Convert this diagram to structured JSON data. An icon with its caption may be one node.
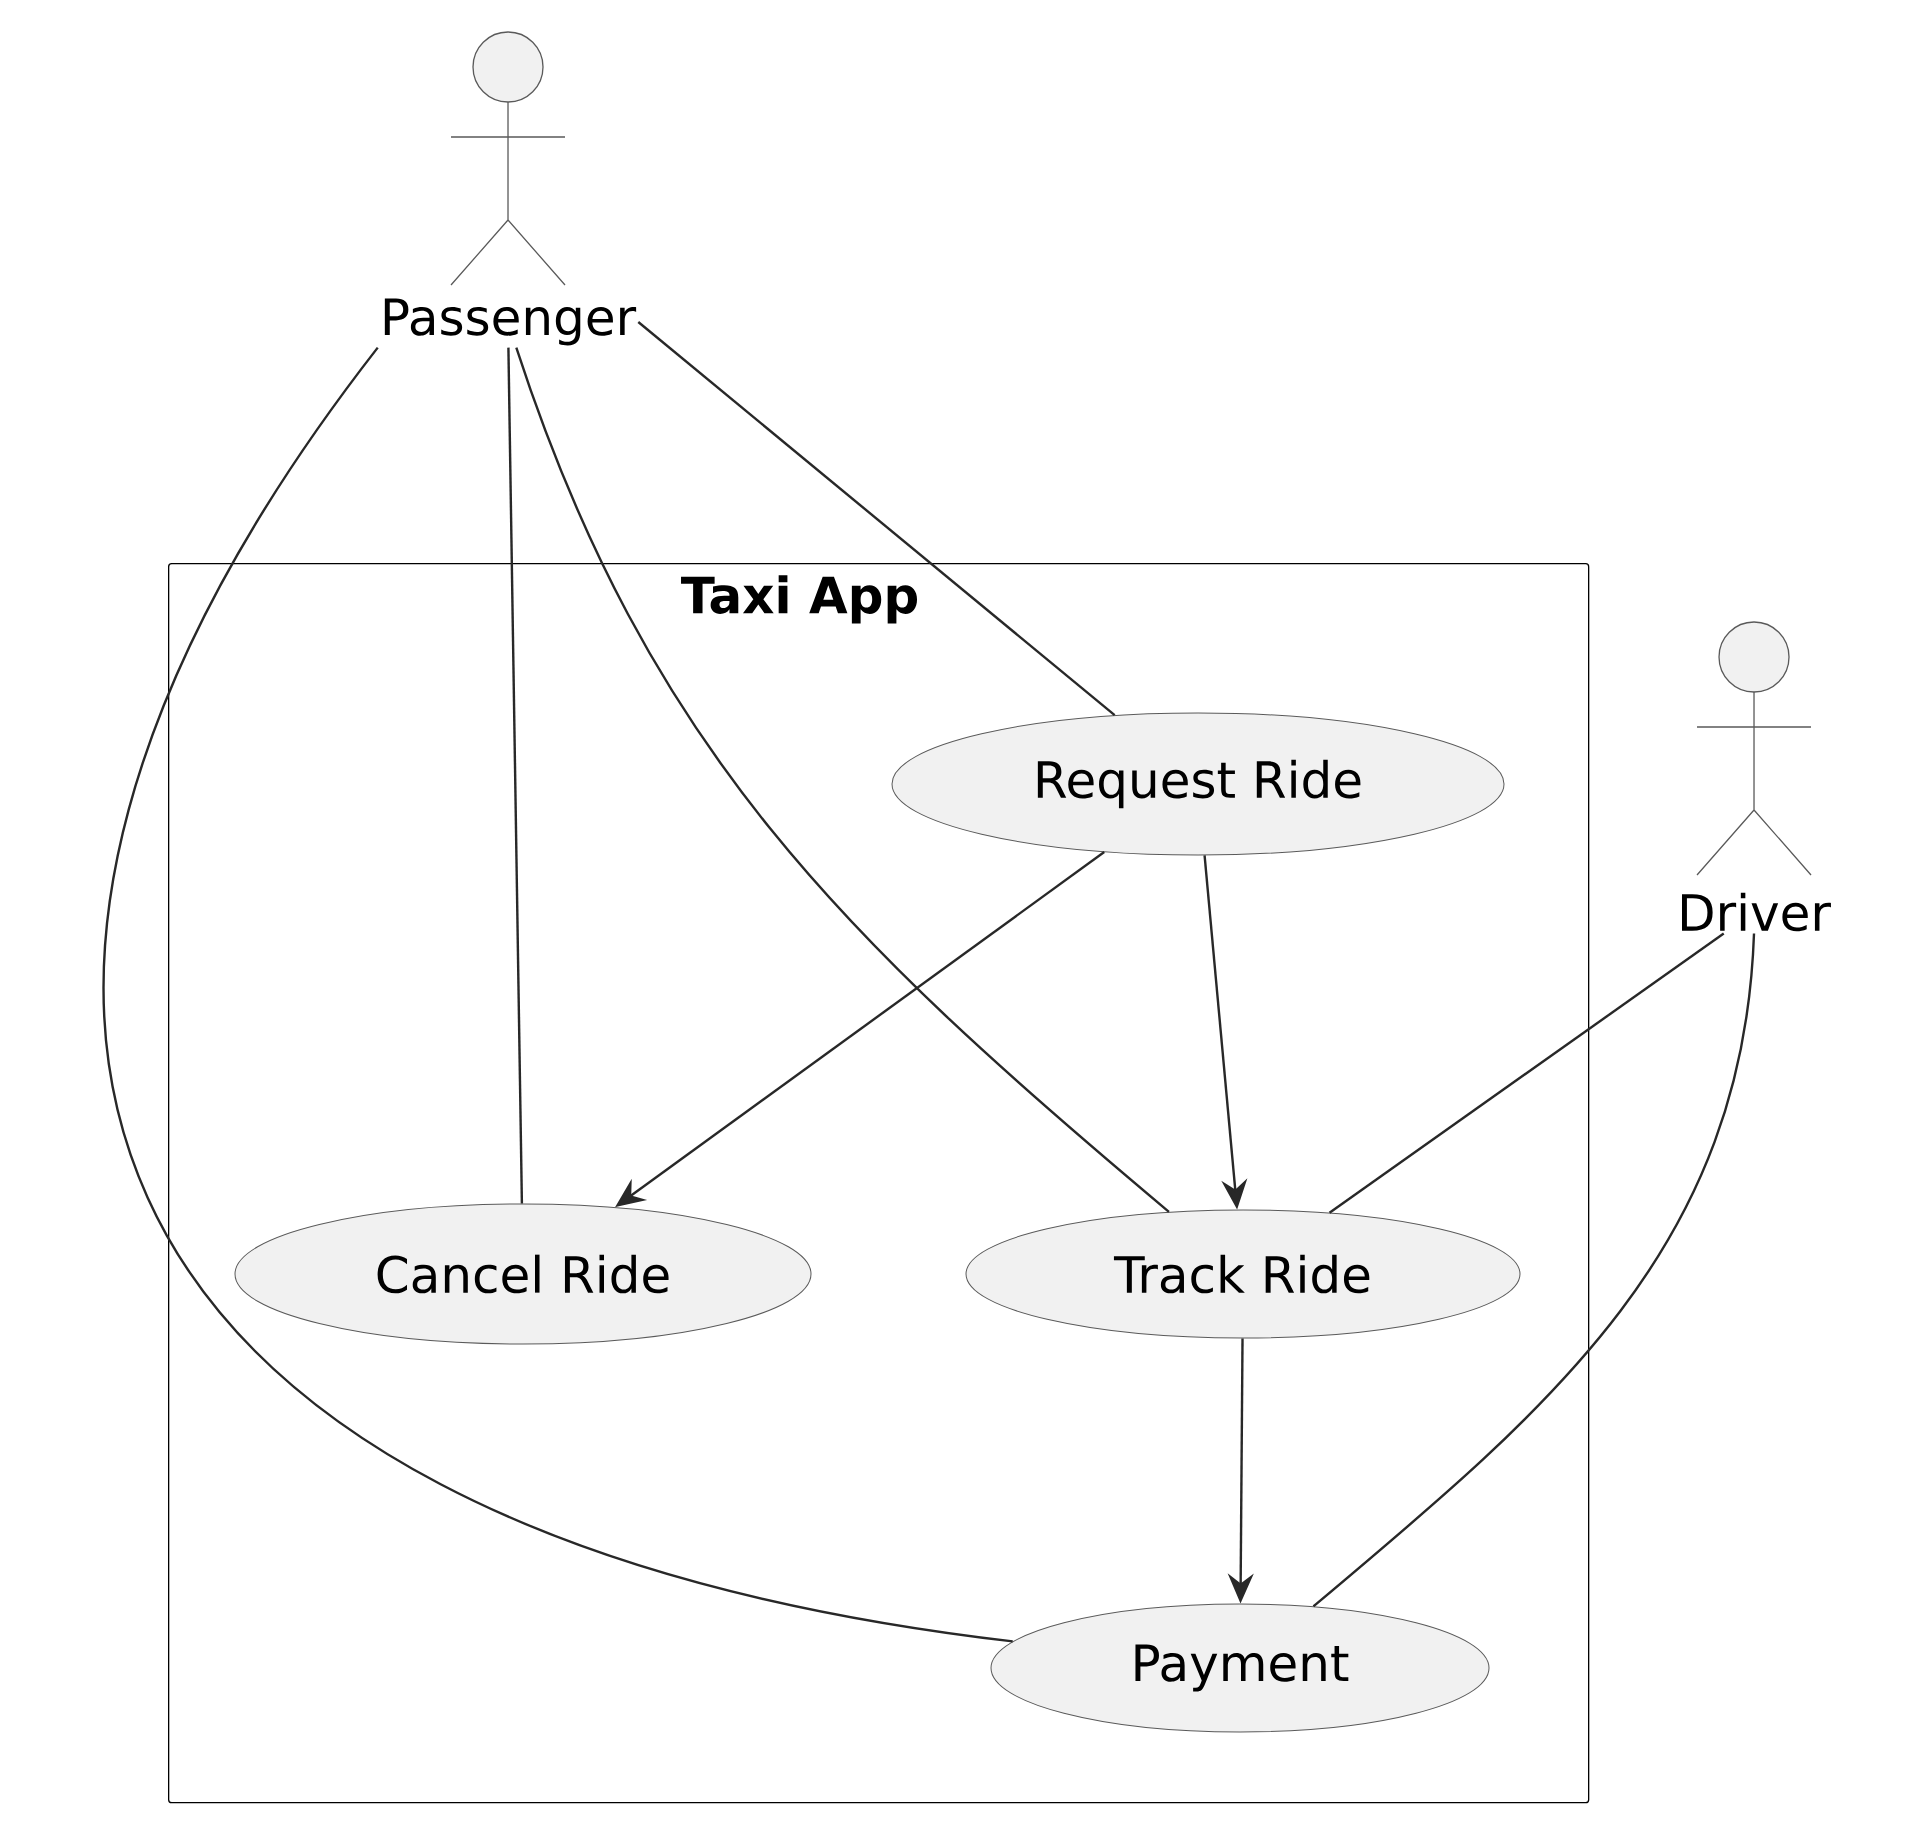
{
  "diagram": {
    "nodes": [
      {
        "text": [
          "Passenger"
        ]
      },
      {
        "text": [
          "Taxi App"
        ]
      },
      {
        "text": [
          "Request Ride"
        ],
        "in": 1
      },
      {
        "text": [
          "Cancel Ride"
        ],
        "in": 1
      },
      {
        "text": [
          "Track Ride"
        ],
        "in": 1
      },
      {
        "text": [
          "Payment"
        ],
        "in": 1
      },
      {
        "text": [
          "Driver"
        ]
      }
    ],
    "edges": [
      {
        "from": 0,
        "to": 2,
        "arrow": "none"
      },
      {
        "from": 0,
        "to": 3,
        "arrow": "none"
      },
      {
        "from": 0,
        "to": 4,
        "arrow": "none"
      },
      {
        "from": 0,
        "to": 5,
        "arrow": "none"
      },
      {
        "from": 2,
        "to": 3,
        "arrow": "to"
      },
      {
        "from": 2,
        "to": 4,
        "arrow": "to"
      },
      {
        "from": 4,
        "to": 5,
        "arrow": "to"
      },
      {
        "from": 6,
        "to": 4,
        "arrow": "none"
      },
      {
        "from": 6,
        "to": 5,
        "arrow": "none"
      }
    ]
  }
}
